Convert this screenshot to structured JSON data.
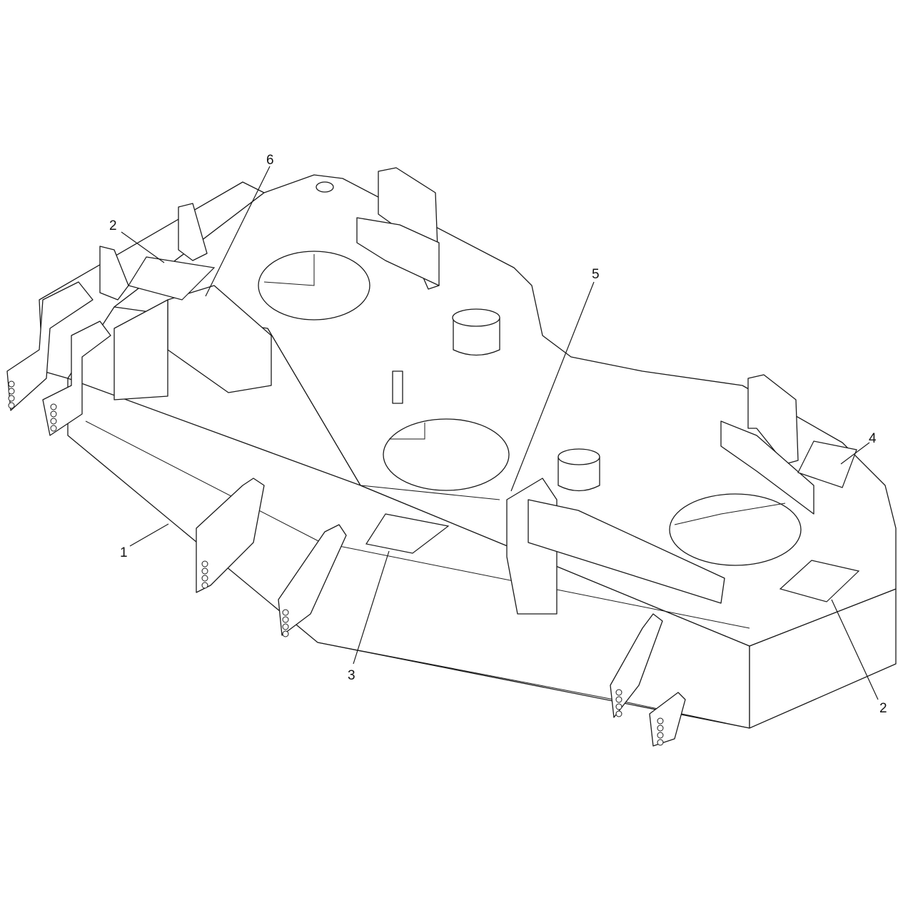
{
  "callouts": [
    {
      "id": "callout-1",
      "label": "1"
    },
    {
      "id": "callout-2-left",
      "label": "2"
    },
    {
      "id": "callout-2-right",
      "label": "2"
    },
    {
      "id": "callout-3",
      "label": "3"
    },
    {
      "id": "callout-4",
      "label": "4"
    },
    {
      "id": "callout-5",
      "label": "5"
    },
    {
      "id": "callout-6",
      "label": "6"
    }
  ]
}
